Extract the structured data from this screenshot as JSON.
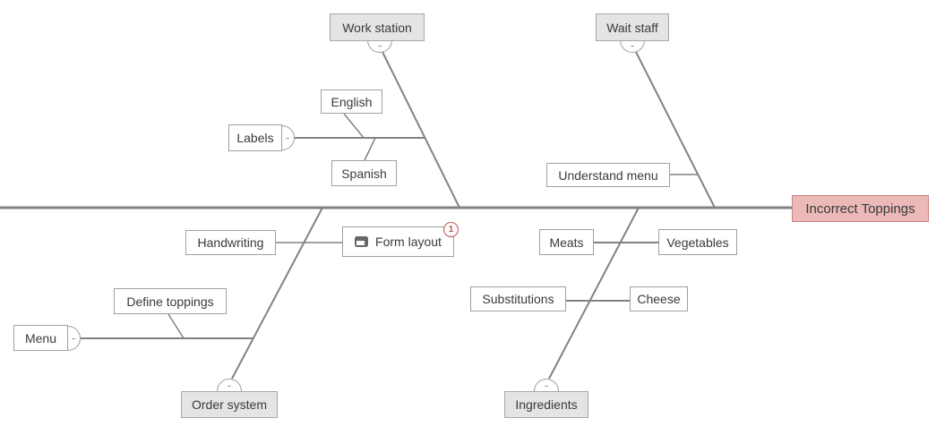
{
  "diagram_type": "fishbone-cause-and-effect",
  "controls": {
    "collapse_glyph": "-"
  },
  "colors": {
    "line": "#828282",
    "category_fill": "#e4e4e4",
    "box_border": "#9f9f9f",
    "effect_fill": "#eab9b8",
    "effect_border": "#c98180",
    "badge": "#c0524f",
    "text": "#3a3a3a"
  },
  "effect": {
    "label": "Incorrect Toppings"
  },
  "categories": {
    "work_station": {
      "label": "Work station",
      "side": "top"
    },
    "wait_staff": {
      "label": "Wait staff",
      "side": "top"
    },
    "order_system": {
      "label": "Order system",
      "side": "bottom"
    },
    "ingredients": {
      "label": "Ingredients",
      "side": "bottom"
    }
  },
  "causes": {
    "labels": {
      "label": "Labels",
      "parent": "work_station",
      "children": [
        "English",
        "Spanish"
      ]
    },
    "english": {
      "label": "English"
    },
    "spanish": {
      "label": "Spanish"
    },
    "understand_menu": {
      "label": "Understand menu",
      "parent": "wait_staff"
    },
    "handwriting": {
      "label": "Handwriting",
      "parent": "order_system"
    },
    "form_layout": {
      "label": "Form layout",
      "parent": "order_system",
      "badge": "1",
      "icon": "note-icon"
    },
    "menu": {
      "label": "Menu",
      "parent": "order_system",
      "children": [
        "Define toppings"
      ]
    },
    "define_toppings": {
      "label": "Define toppings"
    },
    "meats": {
      "label": "Meats",
      "parent": "ingredients"
    },
    "vegetables": {
      "label": "Vegetables",
      "parent": "ingredients"
    },
    "substitutions": {
      "label": "Substitutions",
      "parent": "ingredients"
    },
    "cheese": {
      "label": "Cheese",
      "parent": "ingredients"
    }
  }
}
